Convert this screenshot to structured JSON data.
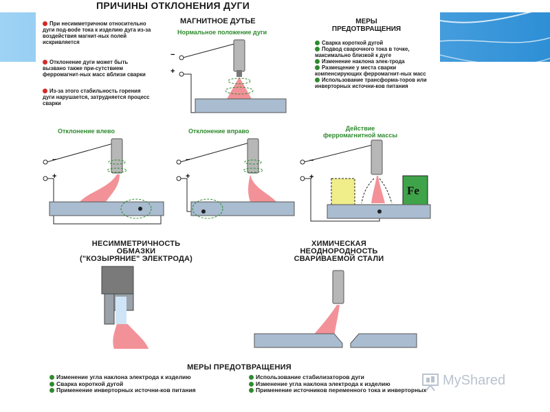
{
  "title": "ПРИЧИНЫ ОТКЛОНЕНИЯ ДУГИ",
  "left_notes": [
    {
      "text": "При несимметричном относительно дуги под-вode тока к изделию дуга из-за воздействия магнит-ных полей искривляется",
      "color": "#d42a2a"
    },
    {
      "text": "Отклонение дуги может быть вызвано также при-сутствием ферромагнит-ных масс вблизи сварки",
      "color": "#d42a2a"
    },
    {
      "text": "Из-за этого стабильность горения дуги нарушается, затрудняется процесс сварки",
      "color": "#d42a2a"
    }
  ],
  "magnetic": {
    "heading": "МАГНИТНОЕ ДУТЬЕ",
    "subheading": "Нормальное положение дуги"
  },
  "measures_top": {
    "heading_line1": "МЕРЫ",
    "heading_line2": "ПРЕДОТВРАЩЕНИЯ",
    "items": [
      "Сварка короткой дугой",
      "Подвод сварочного тока в точке, максимально близкой к дуге",
      "Изменение наклона элек-трода",
      "Размещение у места сварки компенсирующих ферромагнит-ных масс",
      "Использование трансформа-торов или инверторных источни-ков питания"
    ]
  },
  "panels": {
    "left": "Отклонение влево",
    "right": "Отклонение вправо",
    "ferro_line1": "Действие",
    "ferro_line2": "ферромагнитной массы",
    "fe_label": "Fe"
  },
  "terminals": {
    "minus": "−",
    "plus": "+"
  },
  "coating": {
    "line1": "НЕСИММЕТРИЧНОСТЬ",
    "line2": "ОБМАЗКИ",
    "line3": "(\"КОЗЫРЯНИЕ\" ЭЛЕКТРОДА)"
  },
  "chemical": {
    "line1": "ХИМИЧЕСКАЯ",
    "line2": "НЕОДНОРОДНОСТЬ",
    "line3": "СВАРИВАЕМОЙ СТАЛИ"
  },
  "measures_bottom": {
    "heading": "МЕРЫ ПРЕДОТВРАЩЕНИЯ",
    "left_items": [
      "Изменение угла наклона электрода к изделию",
      "Сварка короткой дугой",
      "Применение инверторных источни-ков питания"
    ],
    "right_items": [
      "Использование стабилизаторов дуги",
      "Изменение угла наклона электрода к изделию",
      "Применение источников переменного тока и инверторных"
    ]
  },
  "watermark": "MyShared",
  "colors": {
    "accent_green": "#2f8a2f",
    "bullet_red": "#d42a2a",
    "banner_blue": "#4aa3e0",
    "metal": "#a9bcd0",
    "arc_red": "#e0505a",
    "fe_green": "#3fa34a",
    "yellow_block": "#f0ee8a"
  }
}
